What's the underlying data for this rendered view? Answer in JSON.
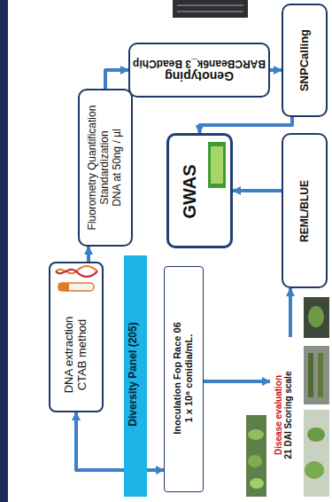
{
  "diagram": {
    "nodes": [
      {
        "text": [
          "Genotyping",
          "BARCBean6k_3 BeadChip"
        ]
      },
      {
        "text": [
          "SNPCalling"
        ]
      },
      {
        "text": [
          "Fluorometry Quantification",
          "Standardization",
          "DNA at 50ng / µl"
        ]
      },
      {
        "text": [
          "GWAS"
        ]
      },
      {
        "text": [
          "REML/BLUE"
        ]
      },
      {
        "text": [
          "DNA extraction",
          "CTAB method"
        ]
      },
      {
        "text": [
          "Diversity Panel (205)"
        ]
      },
      {
        "text": [
          "Inoculation Fop Race 06",
          "1 x 10⁶ conidia/mL."
        ]
      },
      {
        "text": [
          "Disease evaluation",
          "21 DAI Scoring scale"
        ]
      }
    ],
    "edges": [
      {
        "from": 6,
        "to": 5,
        "arrow": "to"
      },
      {
        "from": 6,
        "to": 7,
        "arrow": "to"
      },
      {
        "from": 5,
        "to": 2,
        "arrow": "to"
      },
      {
        "from": 2,
        "to": 0,
        "arrow": "to"
      },
      {
        "from": 0,
        "to": 1,
        "arrow": "to"
      },
      {
        "from": 1,
        "to": 3,
        "arrow": "to"
      },
      {
        "from": 4,
        "to": 3,
        "arrow": "to"
      },
      {
        "from": 7,
        "to": 8,
        "arrow": "to"
      },
      {
        "from": 8,
        "to": 4,
        "arrow": "to"
      }
    ]
  }
}
